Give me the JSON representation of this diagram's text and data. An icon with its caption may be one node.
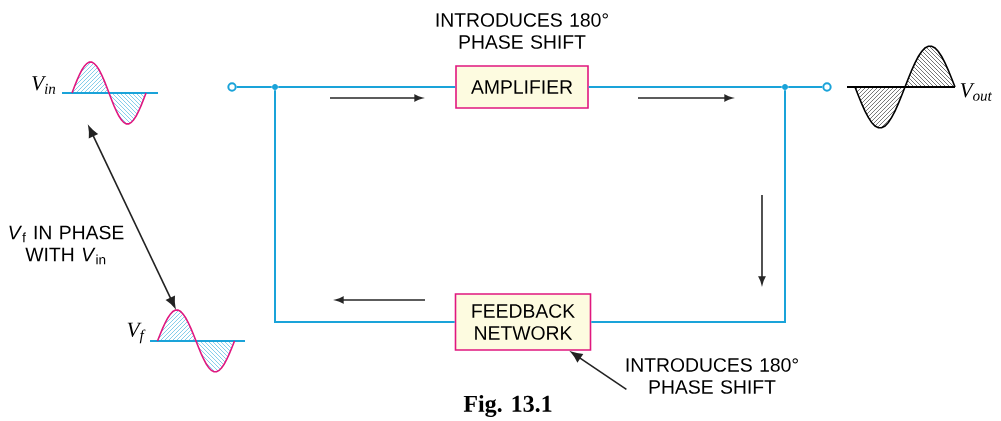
{
  "diagram": {
    "caption": "Fig. 13.1",
    "nodes": [
      {
        "text": [
          "AMPLIFIER"
        ],
        "beside": [
          "INTRODUCES 180° PHASE SHIFT"
        ]
      },
      {
        "text": [
          "FEEDBACK NETWORK"
        ]
      },
      {
        "text": [],
        "shape": "picture",
        "beside": [
          "V$_{in}$"
        ]
      },
      {
        "text": [],
        "shape": "picture",
        "beside": [
          "V$_{f}$"
        ]
      },
      {
        "text": [
          "INTRODUCES 180° PHASE SHIFT"
        ]
      },
      {
        "text": [],
        "shape": "circle"
      },
      {
        "text": [],
        "shape": "dot"
      },
      {
        "text": [],
        "shape": "dot"
      },
      {
        "text": [],
        "shape": "circle"
      },
      {
        "text": [],
        "shape": "picture",
        "beside": [
          "V$_{out}$"
        ]
      }
    ],
    "edges": [
      {
        "from": 5,
        "to": 6,
        "arrow": "none"
      },
      {
        "from": 6,
        "to": 0,
        "arrow": "none"
      },
      {
        "from": 0,
        "to": 7,
        "arrow": "none"
      },
      {
        "from": 7,
        "to": 8,
        "arrow": "none"
      },
      {
        "from": 7,
        "to": 1,
        "arrow": "none"
      },
      {
        "from": 1,
        "to": 6,
        "arrow": "none"
      },
      {
        "from": 2,
        "to": 3,
        "arrow": "both",
        "label": "*V*$_{f}$ IN PHASE WITH *V*$_{in}$",
        "color": "#222222"
      },
      {
        "from": 4,
        "to": 1,
        "arrow": "to",
        "color": "#222222"
      }
    ]
  }
}
